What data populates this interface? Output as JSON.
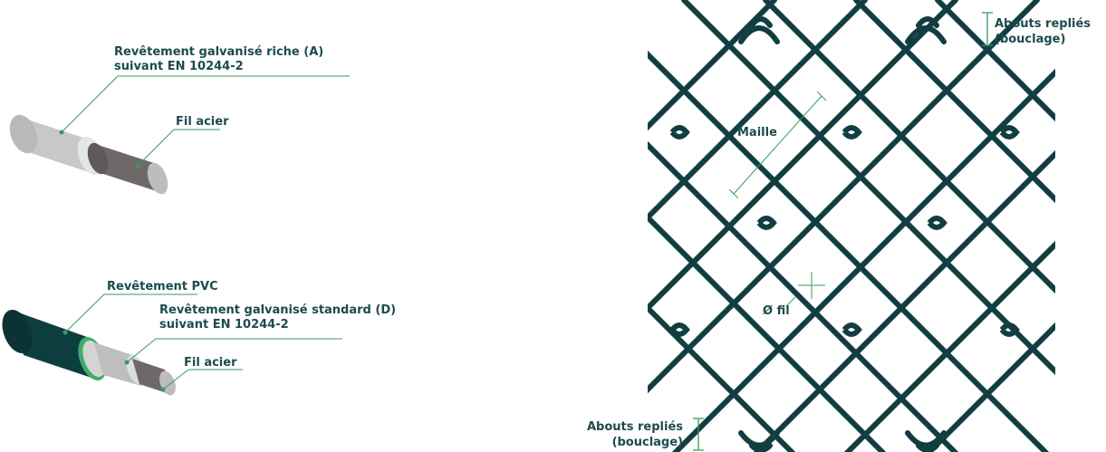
{
  "labels": {
    "galv_riche_line1": "Revêtement galvanisé riche (A)",
    "galv_riche_line2": "suivant EN 10244-2",
    "fil_acier_top": "Fil acier",
    "pvc": "Revêtement PVC",
    "galv_std_line1": "Revêtement galvanisé standard (D)",
    "galv_std_line2": "suivant EN 10244-2",
    "fil_acier_bottom": "Fil acier",
    "maille": "Maille",
    "diametre_fil": "Ø fil",
    "abouts_top_line1": "Abouts repliés",
    "abouts_top_line2": "(bouclage)",
    "abouts_bottom_line1": "Abouts repliés",
    "abouts_bottom_line2": "(bouclage)"
  },
  "colors": {
    "label_text": "#1d4b4c",
    "leader_line": "#3a9a63",
    "mesh_wire": "#123e42",
    "pvc_coating": "#0e3d40",
    "pvc_edge": "#3cae6a",
    "galvanized": "#c7c9c9",
    "steel_core": "#6e6868"
  }
}
